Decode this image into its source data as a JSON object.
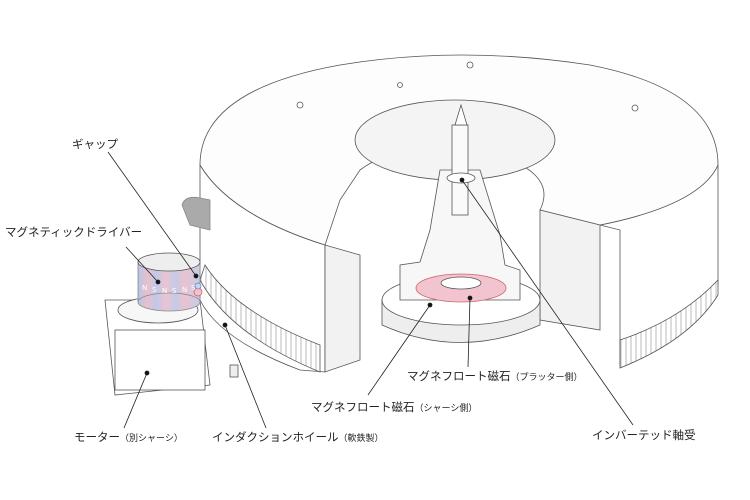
{
  "labels": {
    "gap": "ギャップ",
    "magnetic_driver": "マグネティックドライバー",
    "motor": "モーター",
    "motor_note": "（別シャーシ）",
    "induction_wheel": "インダクションホイール",
    "induction_wheel_note": "（軟鉄製）",
    "float_magnet_chassis": "マグネフロート磁石",
    "float_magnet_chassis_note": "（シャーシ側）",
    "float_magnet_platter": "マグネフロート磁石",
    "float_magnet_platter_note": "（プラッター側）",
    "inverted_bearing": "インバーテッド軸受"
  },
  "driver_poles": [
    "N",
    "S",
    "N",
    "S",
    "N",
    "S"
  ],
  "colors": {
    "line": "#333333",
    "magnet_pink": "#e8b8c8",
    "magnet_blue": "#b8c8e8",
    "gray_arrow": "#999999"
  }
}
